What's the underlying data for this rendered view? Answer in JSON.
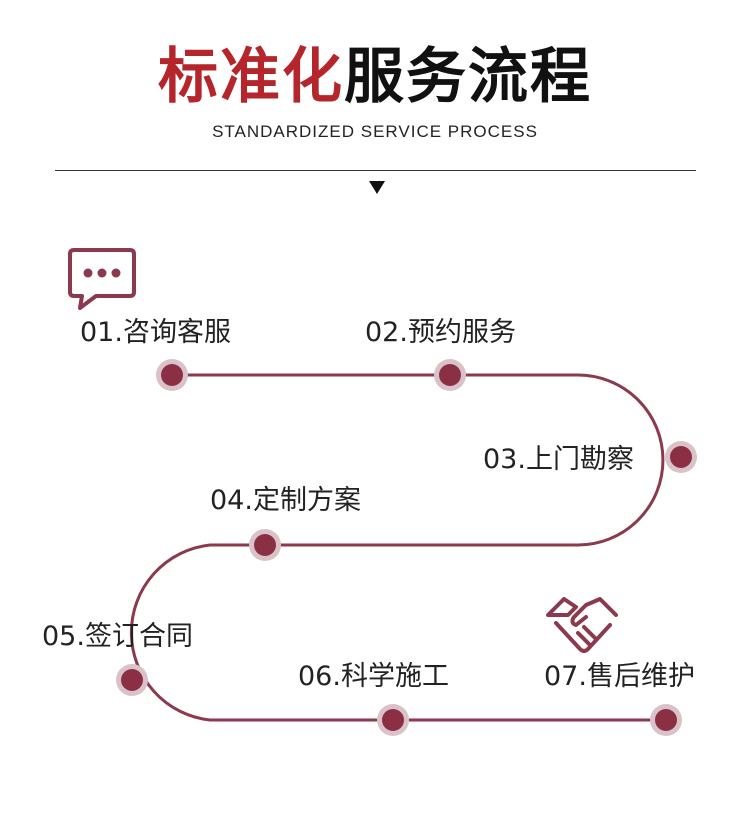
{
  "header": {
    "title_accent": "标准化",
    "title_rest": "服务流程",
    "subtitle": "STANDARDIZED SERVICE PROCESS"
  },
  "colors": {
    "accent": "#b5262c",
    "path": "#8b3a4e",
    "node_fill": "#8b2f45",
    "node_halo": "#d9c3c8"
  },
  "steps": [
    {
      "label": "01.咨询客服"
    },
    {
      "label": "02.预约服务"
    },
    {
      "label": "03.上门勘察"
    },
    {
      "label": "04.定制方案"
    },
    {
      "label": "05.签订合同"
    },
    {
      "label": "06.科学施工"
    },
    {
      "label": "07.售后维护"
    }
  ],
  "icons": {
    "chat": "chat-bubble-icon",
    "handshake": "handshake-icon"
  }
}
